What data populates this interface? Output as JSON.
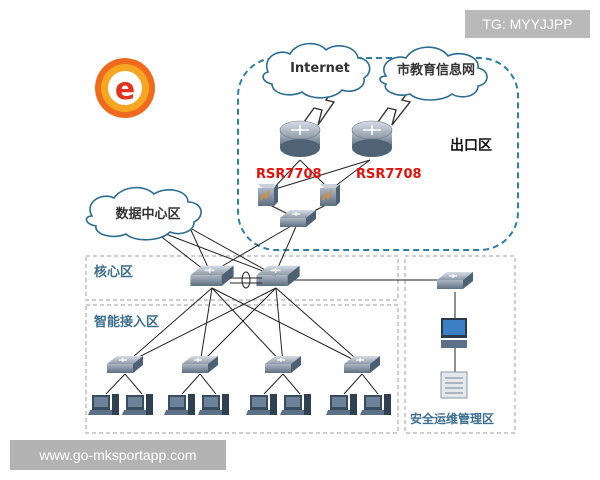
{
  "badge": {
    "text": "TG: MYYJJPP"
  },
  "watermark": {
    "text": "www.go-mksportapp.com"
  },
  "logo": {
    "icon": "e-logo-icon",
    "colors": [
      "#e5321d",
      "#f39a1e"
    ]
  },
  "clouds": {
    "internet": "Internet",
    "edu_network": "市教育信息网",
    "data_center": "数据中心区"
  },
  "routers": {
    "left": "RSR7708",
    "right": "RSR7708"
  },
  "zones": {
    "exit": "出口区",
    "core": "核心区",
    "access": "智能接入区",
    "security": "安全运维管理区"
  },
  "colors": {
    "exit_zone_border": "#2e7fa7",
    "router_label": "#e3120b",
    "device_blue": "#3d5f79",
    "dashed_gray": "#bdbdbd",
    "zone_text": "#3b6e8f"
  }
}
